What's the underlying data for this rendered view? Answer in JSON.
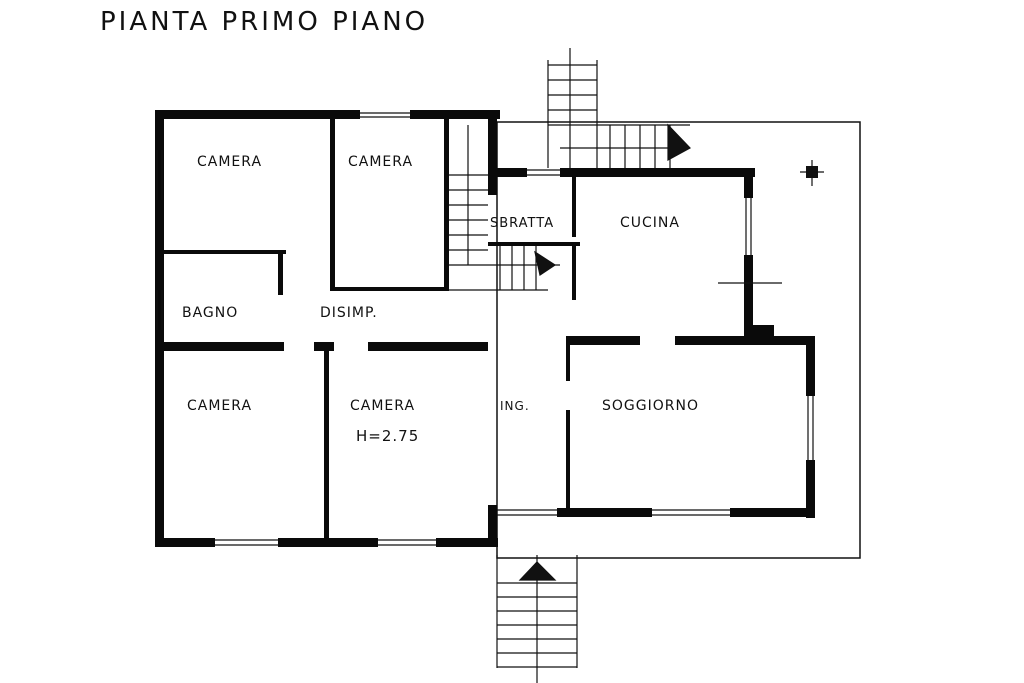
{
  "title": "PIANTA PRIMO PIANO",
  "rooms": {
    "camera_top_left": "CAMERA",
    "camera_top_mid": "CAMERA",
    "bagno": "BAGNO",
    "disimpegno": "DISIMP.",
    "sbratta": "SBRATTA",
    "cucina": "CUCINA",
    "camera_bottom_left": "CAMERA",
    "camera_bottom_mid": "CAMERA",
    "height_note": "H=2.75",
    "ingresso": "ING.",
    "soggiorno": "SOGGIORNO"
  }
}
